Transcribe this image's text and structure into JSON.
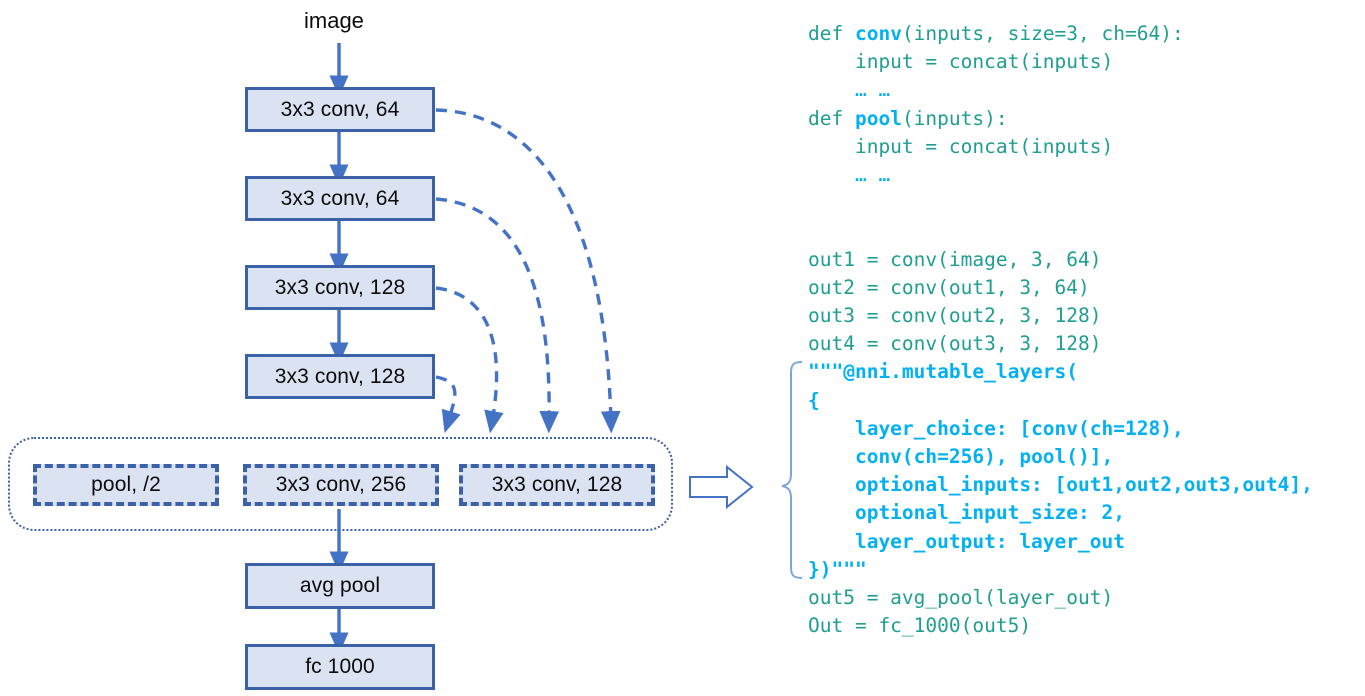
{
  "diagram": {
    "input_label": "image",
    "nodes": [
      {
        "id": "conv1",
        "label": "3x3 conv, 64"
      },
      {
        "id": "conv2",
        "label": "3x3 conv, 64"
      },
      {
        "id": "conv3",
        "label": "3x3 conv, 128"
      },
      {
        "id": "conv4",
        "label": "3x3 conv, 128"
      }
    ],
    "choice_block": {
      "options": [
        {
          "id": "pool",
          "label": "pool, /2"
        },
        {
          "id": "conv256",
          "label": "3x3 conv, 256"
        },
        {
          "id": "conv128",
          "label": "3x3 conv, 128"
        }
      ]
    },
    "tail_nodes": [
      {
        "id": "avgpool",
        "label": "avg pool"
      },
      {
        "id": "fc",
        "label": "fc 1000"
      }
    ]
  },
  "code": {
    "lines": [
      {
        "segments": [
          {
            "t": "def ",
            "c": "teal"
          },
          {
            "t": "conv",
            "c": "cyanb"
          },
          {
            "t": "(inputs, size=3, ch=64):",
            "c": "teal"
          }
        ]
      },
      {
        "segments": [
          {
            "t": "    input = concat(inputs)",
            "c": "teal"
          }
        ]
      },
      {
        "segments": [
          {
            "t": "    … …",
            "c": "cyanr"
          }
        ]
      },
      {
        "segments": [
          {
            "t": "def ",
            "c": "teal"
          },
          {
            "t": "pool",
            "c": "cyanb"
          },
          {
            "t": "(inputs):",
            "c": "teal"
          }
        ]
      },
      {
        "segments": [
          {
            "t": "    input = concat(inputs)",
            "c": "teal"
          }
        ]
      },
      {
        "segments": [
          {
            "t": "    … …",
            "c": "cyanr"
          }
        ]
      },
      {
        "segments": []
      },
      {
        "segments": []
      },
      {
        "segments": [
          {
            "t": "out1 = conv(image, 3, 64)",
            "c": "teal"
          }
        ]
      },
      {
        "segments": [
          {
            "t": "out2 = conv(out1, 3, 64)",
            "c": "teal"
          }
        ]
      },
      {
        "segments": [
          {
            "t": "out3 = conv(out2, 3, 128)",
            "c": "teal"
          }
        ]
      },
      {
        "segments": [
          {
            "t": "out4 = conv(out3, 3, 128)",
            "c": "teal"
          }
        ]
      },
      {
        "segments": [
          {
            "t": "\"\"\"@nni.mutable_layers(",
            "c": "cyanb"
          }
        ]
      },
      {
        "segments": [
          {
            "t": "{",
            "c": "cyanb"
          }
        ]
      },
      {
        "segments": [
          {
            "t": "    layer_choice: [",
            "c": "cyanb"
          },
          {
            "t": "conv",
            "c": "cyanb"
          },
          {
            "t": "(ch=128),",
            "c": "cyanb"
          }
        ]
      },
      {
        "segments": [
          {
            "t": "    conv",
            "c": "cyanb"
          },
          {
            "t": "(ch=256), ",
            "c": "cyanb"
          },
          {
            "t": "pool",
            "c": "cyanb"
          },
          {
            "t": "()],",
            "c": "cyanb"
          }
        ]
      },
      {
        "segments": [
          {
            "t": "    optional_inputs: [out1,out2,out3,out4],",
            "c": "cyanb"
          }
        ]
      },
      {
        "segments": [
          {
            "t": "    optional_input_size: 2,",
            "c": "cyanb"
          }
        ]
      },
      {
        "segments": [
          {
            "t": "    layer_output: layer_out",
            "c": "cyanb"
          }
        ]
      },
      {
        "segments": [
          {
            "t": "})\"\"\"",
            "c": "cyanb"
          }
        ]
      },
      {
        "segments": [
          {
            "t": "out5 = avg_pool(layer_out)",
            "c": "teal"
          }
        ]
      },
      {
        "segments": [
          {
            "t": "Out = fc_1000(out5)",
            "c": "teal"
          }
        ]
      }
    ]
  },
  "colors": {
    "node_fill": "#dbe3f2",
    "node_border": "#3b61a8",
    "arrow": "#4472c4",
    "code_teal": "#1f9e91",
    "code_cyan": "#03b1f2",
    "brace": "#7ea6d8"
  },
  "connector": {
    "arrow_icon": "block-arrow-right",
    "brace_icon": "curly-brace-right"
  }
}
